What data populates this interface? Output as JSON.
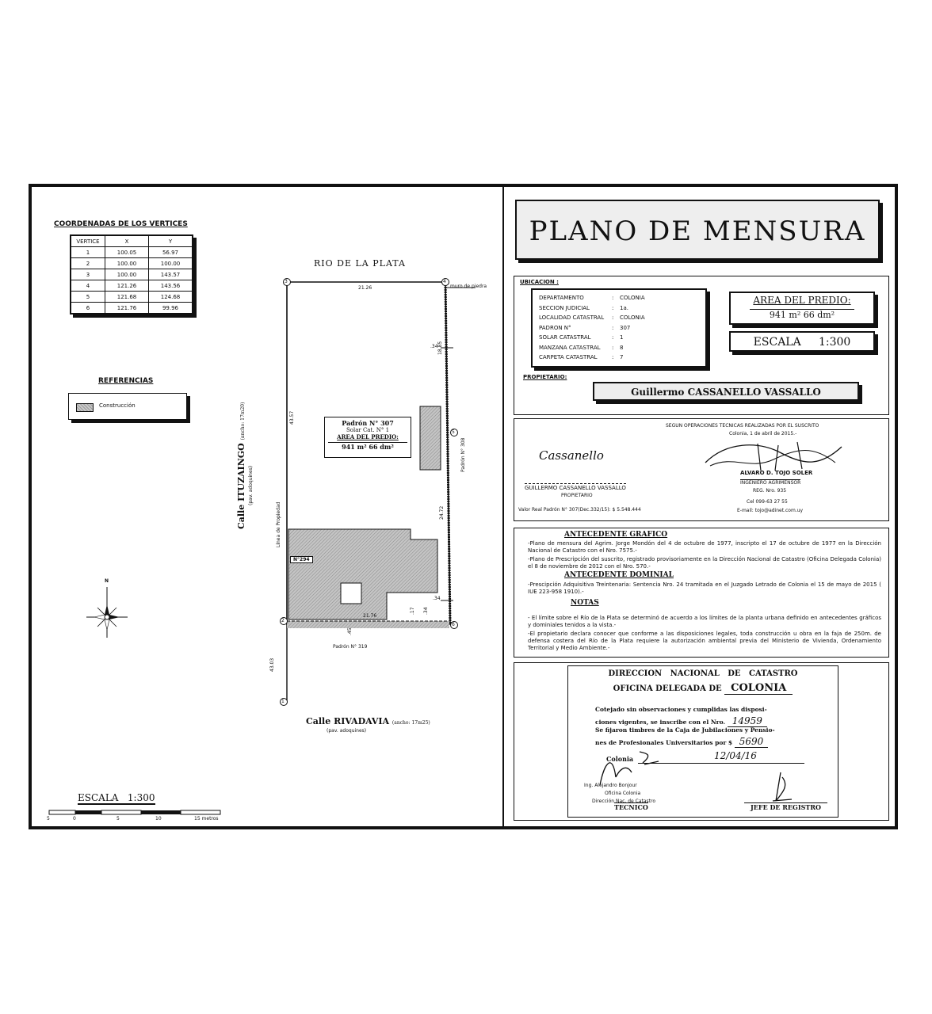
{
  "title": "PLANO DE MENSURA",
  "coordinates": {
    "heading": "COORDENADAS DE LOS VERTICES",
    "headers": [
      "VERTICE",
      "X",
      "Y"
    ],
    "rows": [
      [
        "1",
        "100.05",
        "56.97"
      ],
      [
        "2",
        "100.00",
        "100.00"
      ],
      [
        "3",
        "100.00",
        "143.57"
      ],
      [
        "4",
        "121.26",
        "143.56"
      ],
      [
        "5",
        "121.68",
        "124.68"
      ],
      [
        "6",
        "121.76",
        "99.96"
      ]
    ]
  },
  "references": {
    "heading": "REFERENCIAS",
    "item": "Construcción"
  },
  "map": {
    "river": "RIO DE LA PLATA",
    "wall": "muro de piedra",
    "street_left": "Calle ITUZAINGO",
    "street_left_width": "(ancho: 17m20)",
    "street_left_paving": "(pav. adoquines)",
    "street_bottom": "Calle RIVADAVIA",
    "street_bottom_width": "(ancho: 17m25)",
    "street_bottom_paving": "(pav. adoquines)",
    "lot_label_1": "Padrón N° 307",
    "lot_label_2": "Solar Cat. N° 1",
    "lot_label_3": "AREA DEL PREDIO:",
    "lot_label_4": "941 m² 66 dm²",
    "padron_308": "Padrón N° 308",
    "padron_319": "Padrón N° 319",
    "n294": "N°294",
    "linea": "Línea de Propiedad",
    "dims": {
      "top": "21.26",
      "right_upper": "18.85",
      "right_lower": "24.72",
      "left": "43.57",
      "bottom": "21.76",
      "below": "43.03",
      "d034a": ".34",
      "d034b": ".34",
      "d017": ".17",
      "d034c": ".34",
      "d045": ".45"
    },
    "vertices": [
      "1",
      "2",
      "3",
      "4",
      "5",
      "6"
    ],
    "north": "N"
  },
  "scale_left": {
    "label": "ESCALA   1:300",
    "ticks": [
      "5",
      "0",
      "5",
      "10",
      "15 metros"
    ]
  },
  "ubicacion": {
    "heading": "UBICACION :",
    "fields": [
      {
        "k": "DEPARTAMENTO",
        "v": "COLONIA"
      },
      {
        "k": "SECCION JUDICIAL",
        "v": "1a."
      },
      {
        "k": "LOCALIDAD CATASTRAL",
        "v": "COLONIA"
      },
      {
        "k": "PADRON N°",
        "v": "307"
      },
      {
        "k": "SOLAR CATASTRAL",
        "v": "1"
      },
      {
        "k": "MANZANA CATASTRAL",
        "v": "8"
      },
      {
        "k": "CARPETA CATASTRAL",
        "v": "7"
      }
    ]
  },
  "area": {
    "heading": "AREA DEL PREDIO:",
    "value": "941  m² 66  dm²"
  },
  "escala": "ESCALA     1:300",
  "propietario": {
    "heading": "PROPIETARIO:",
    "name": "Guillermo CASSANELLO VASSALLO"
  },
  "signatures": {
    "segun": "SEGUN OPERACIONES TECNICAS REALIZADAS POR EL SUSCRITO",
    "fecha": "Colonia, 1 de abril de 2015.-",
    "owner_signature": "Cassanello",
    "owner_name": "GUILLERMO CASSANELLO VASSALLO",
    "owner_role": "PROPIETARIO",
    "valor": "Valor Real Padrón N° 307(Dec.332/15): $ 5.548.444",
    "eng_name": "ALVARO D. TOJO SOLER",
    "eng_title": "INGENIERO AGRIMENSOR",
    "reg": "REG. Nro. 935",
    "cel": "Cel 099-63 27 55",
    "email": "E-mail: tojo@adinet.com.uy"
  },
  "antecedente_grafico": {
    "heading": "ANTECEDENTE GRAFICO",
    "p1": "-Plano de mensura del Agrim. Jorge Mondón del 4 de octubre de 1977, inscripto el 17 de octubre de 1977 en la Dirección Nacional de Catastro con el Nro. 7575.-",
    "p2": "-Plano de Prescripción del suscrito, registrado provisoriamente en la Dirección Nacional de Catastro (Oficina Delegada Colonia) el 8 de noviembre de 2012 con el Nro. 570.-"
  },
  "antecedente_dominial": {
    "heading": "ANTECEDENTE DOMINIAL",
    "p1": "-Prescipción Adquisitiva Treintenaria: Sentencia Nro. 24 tramitada en el Juzgado Letrado de Colonia el 15 de mayo de 2015 ( IUE 223-958 1910).-"
  },
  "notas": {
    "heading": "NOTAS",
    "p1": "- El límite sobre el Río de la Plata se determinó de acuerdo a los límites de la planta urbana definido en antecedentes gráficos y dominiales tenidos a la vista.-",
    "p2": "-El propietario declara conocer que conforme a las disposiciones legales, toda construcción u obra en la faja de 250m. de defensa costera del Río de la Plata requiere la autorización ambiental previa del Ministerio de Vivienda, Ordenamiento Territorial y Medio Ambiente.-"
  },
  "catastro": {
    "line1": "DIRECCION   NACIONAL   DE   CATASTRO",
    "line2": "OFICINA DELEGADA DE",
    "dept": "COLONIA",
    "t1": "Cotejado sin observaciones y cumplidas las disposi-",
    "t2": "ciones vigentes, se inscribe con el Nro.",
    "nro": "14959",
    "t3": "Se fijaron timbres de la Caja de Jubilaciones y Pensio-",
    "t4": "nes de Profesionales Universitarios por $",
    "monto": "5690",
    "lugar": "Colonia",
    "fecha": "12/04/16",
    "stamp1": "Ing. Alejandro Bonjour",
    "stamp2": "Oficina Colonia",
    "stamp3": "Dirección Nac. de Catastro",
    "tecnico": "TECNICO",
    "jefe": "JEFE DE REGISTRO"
  }
}
